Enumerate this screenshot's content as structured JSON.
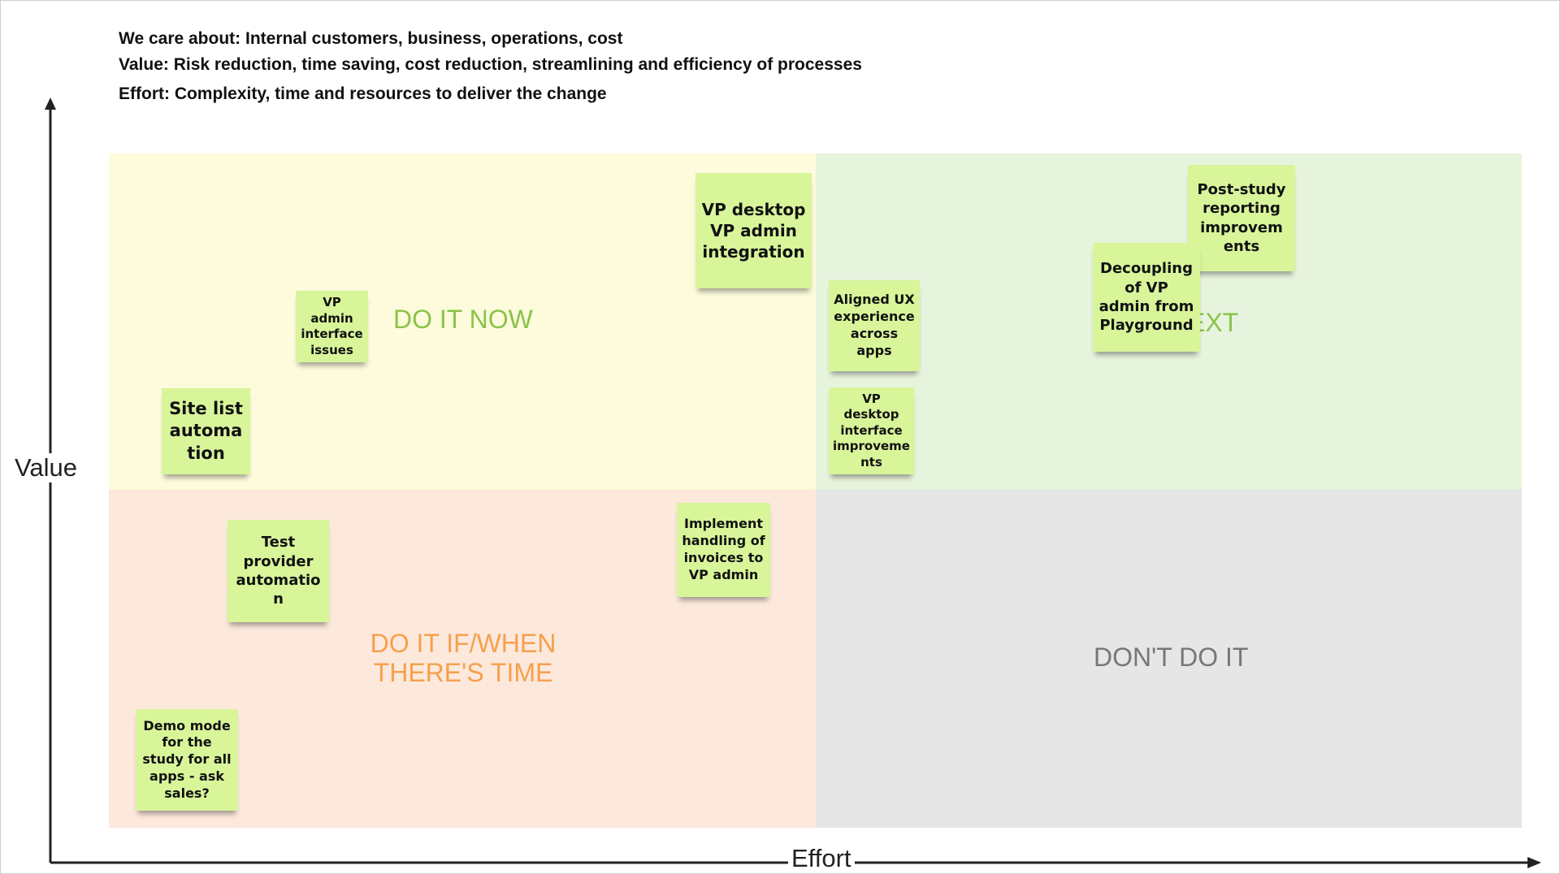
{
  "header": {
    "line1": "We care about: Internal customers, business, operations, cost",
    "line2": "Value: Risk reduction, time saving, cost reduction, streamlining and efficiency of processes",
    "line3": "Effort: Complexity, time and resources to deliver the change"
  },
  "axes": {
    "y_label": "Value",
    "x_label": "Effort"
  },
  "quadrants": {
    "top_left": {
      "label": "DO IT NOW",
      "color": "#fdfbdc",
      "label_color": "#8bc34a"
    },
    "top_right": {
      "label": "EXT",
      "color": "#e7f4dd",
      "label_color": "#8bc34a"
    },
    "bottom_left": {
      "label_line1": "DO IT IF/WHEN",
      "label_line2": "THERE'S TIME",
      "color": "#fde8dc",
      "label_color": "#f6a04d"
    },
    "bottom_right": {
      "label": "DON'T DO IT",
      "color": "#e6e6e6",
      "label_color": "#777777"
    }
  },
  "sticky_color": "#d8f59a",
  "notes": {
    "vp_admin_interface_issues": "VP admin interface issues",
    "site_list_automation": "Site list automa tion",
    "vp_desktop_vp_admin_integration": "VP desktop VP admin integration",
    "aligned_ux_experience": "Aligned UX experience across apps",
    "vp_desktop_interface_improvements": "VP desktop interface improveme nts",
    "decoupling_vp_admin": "Decoupling of VP admin from Playground",
    "post_study_reporting": "Post-study reporting improvem ents",
    "test_provider_automation": "Test provider automatio n",
    "implement_invoices": "Implement handling of invoices to VP admin",
    "demo_mode": "Demo mode for the study for all apps - ask sales?"
  }
}
